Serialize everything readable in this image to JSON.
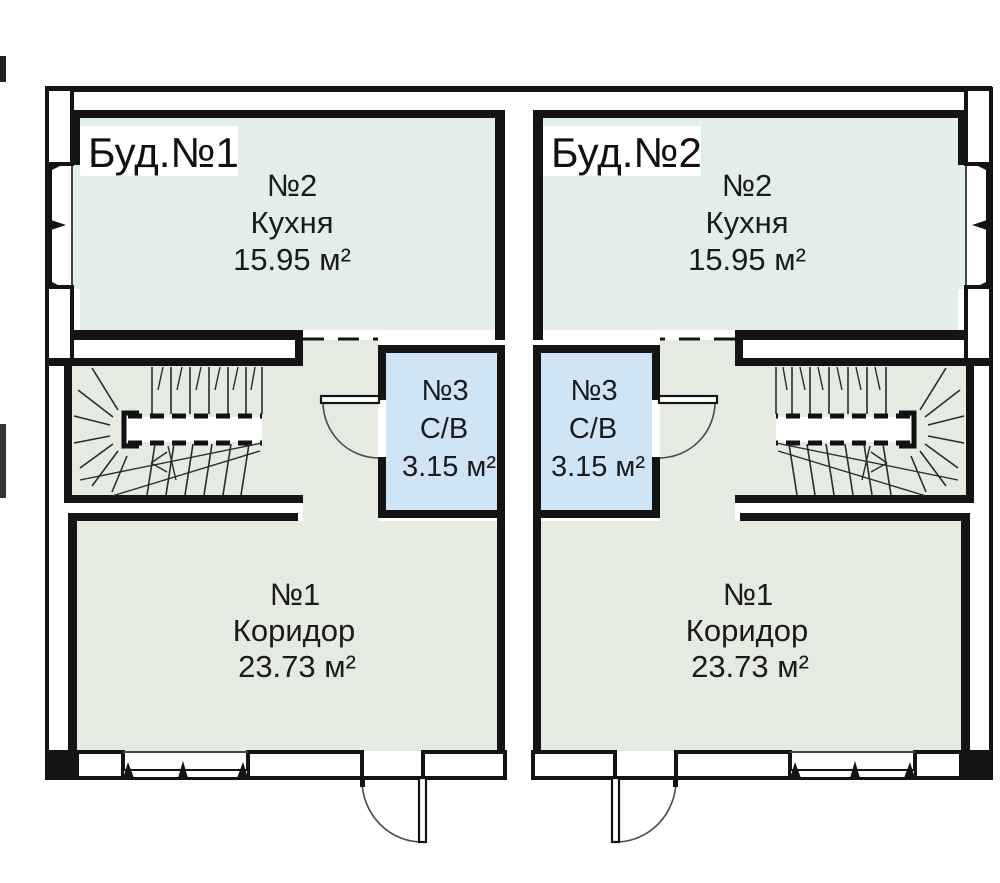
{
  "units": [
    {
      "title": "Буд.№1",
      "rooms": {
        "kitchen": {
          "number": "№2",
          "name": "Кухня",
          "area": "15.95 м²"
        },
        "bathroom": {
          "number": "№3",
          "name": "С/В",
          "area": "3.15 м²"
        },
        "corridor": {
          "number": "№1",
          "name": "Коридор",
          "area": "23.73 м²"
        }
      }
    },
    {
      "title": "Буд.№2",
      "rooms": {
        "kitchen": {
          "number": "№2",
          "name": "Кухня",
          "area": "15.95 м²"
        },
        "bathroom": {
          "number": "№3",
          "name": "С/В",
          "area": "3.15 м²"
        },
        "corridor": {
          "number": "№1",
          "name": "Коридор",
          "area": "23.73 м²"
        }
      }
    }
  ],
  "colors": {
    "kitchen": "#e2efe9",
    "bathroom": "#cfe4f5",
    "corridor": "#e6ebe2",
    "wall": "#141414",
    "background": "#ffffff"
  }
}
